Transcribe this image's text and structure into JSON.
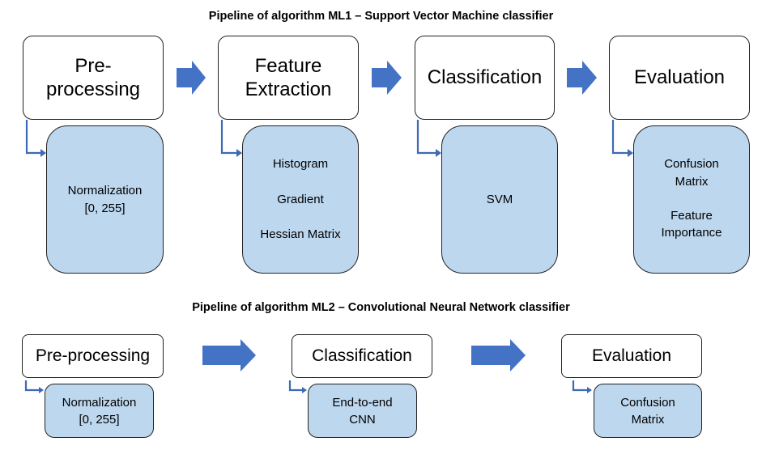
{
  "colors": {
    "arrow": "#4472C4",
    "connector": "#3E6AB5",
    "sub_fill": "#BDD7EE",
    "stage_border": "#222222"
  },
  "pipeline_ml1": {
    "title": "Pipeline of algorithm ML1 – Support Vector Machine classifier",
    "stages": [
      {
        "label_lines": [
          "Pre-",
          "processing"
        ],
        "details": [
          [
            "Normalization",
            "[0, 255]"
          ]
        ]
      },
      {
        "label_lines": [
          "Feature",
          "Extraction"
        ],
        "details": [
          [
            "Histogram"
          ],
          [
            "Gradient"
          ],
          [
            "Hessian Matrix"
          ]
        ]
      },
      {
        "label_lines": [
          "Classification"
        ],
        "details": [
          [
            "SVM"
          ]
        ]
      },
      {
        "label_lines": [
          "Evaluation"
        ],
        "details": [
          [
            "Confusion",
            "Matrix"
          ],
          [
            "Feature",
            "Importance"
          ]
        ]
      }
    ]
  },
  "pipeline_ml2": {
    "title": "Pipeline of algorithm ML2 – Convolutional Neural Network classifier",
    "stages": [
      {
        "label": "Pre-processing",
        "details": [
          "Normalization",
          "[0, 255]"
        ]
      },
      {
        "label": "Classification",
        "details": [
          "End-to-end",
          "CNN"
        ]
      },
      {
        "label": "Evaluation",
        "details": [
          "Confusion",
          "Matrix"
        ]
      }
    ]
  }
}
